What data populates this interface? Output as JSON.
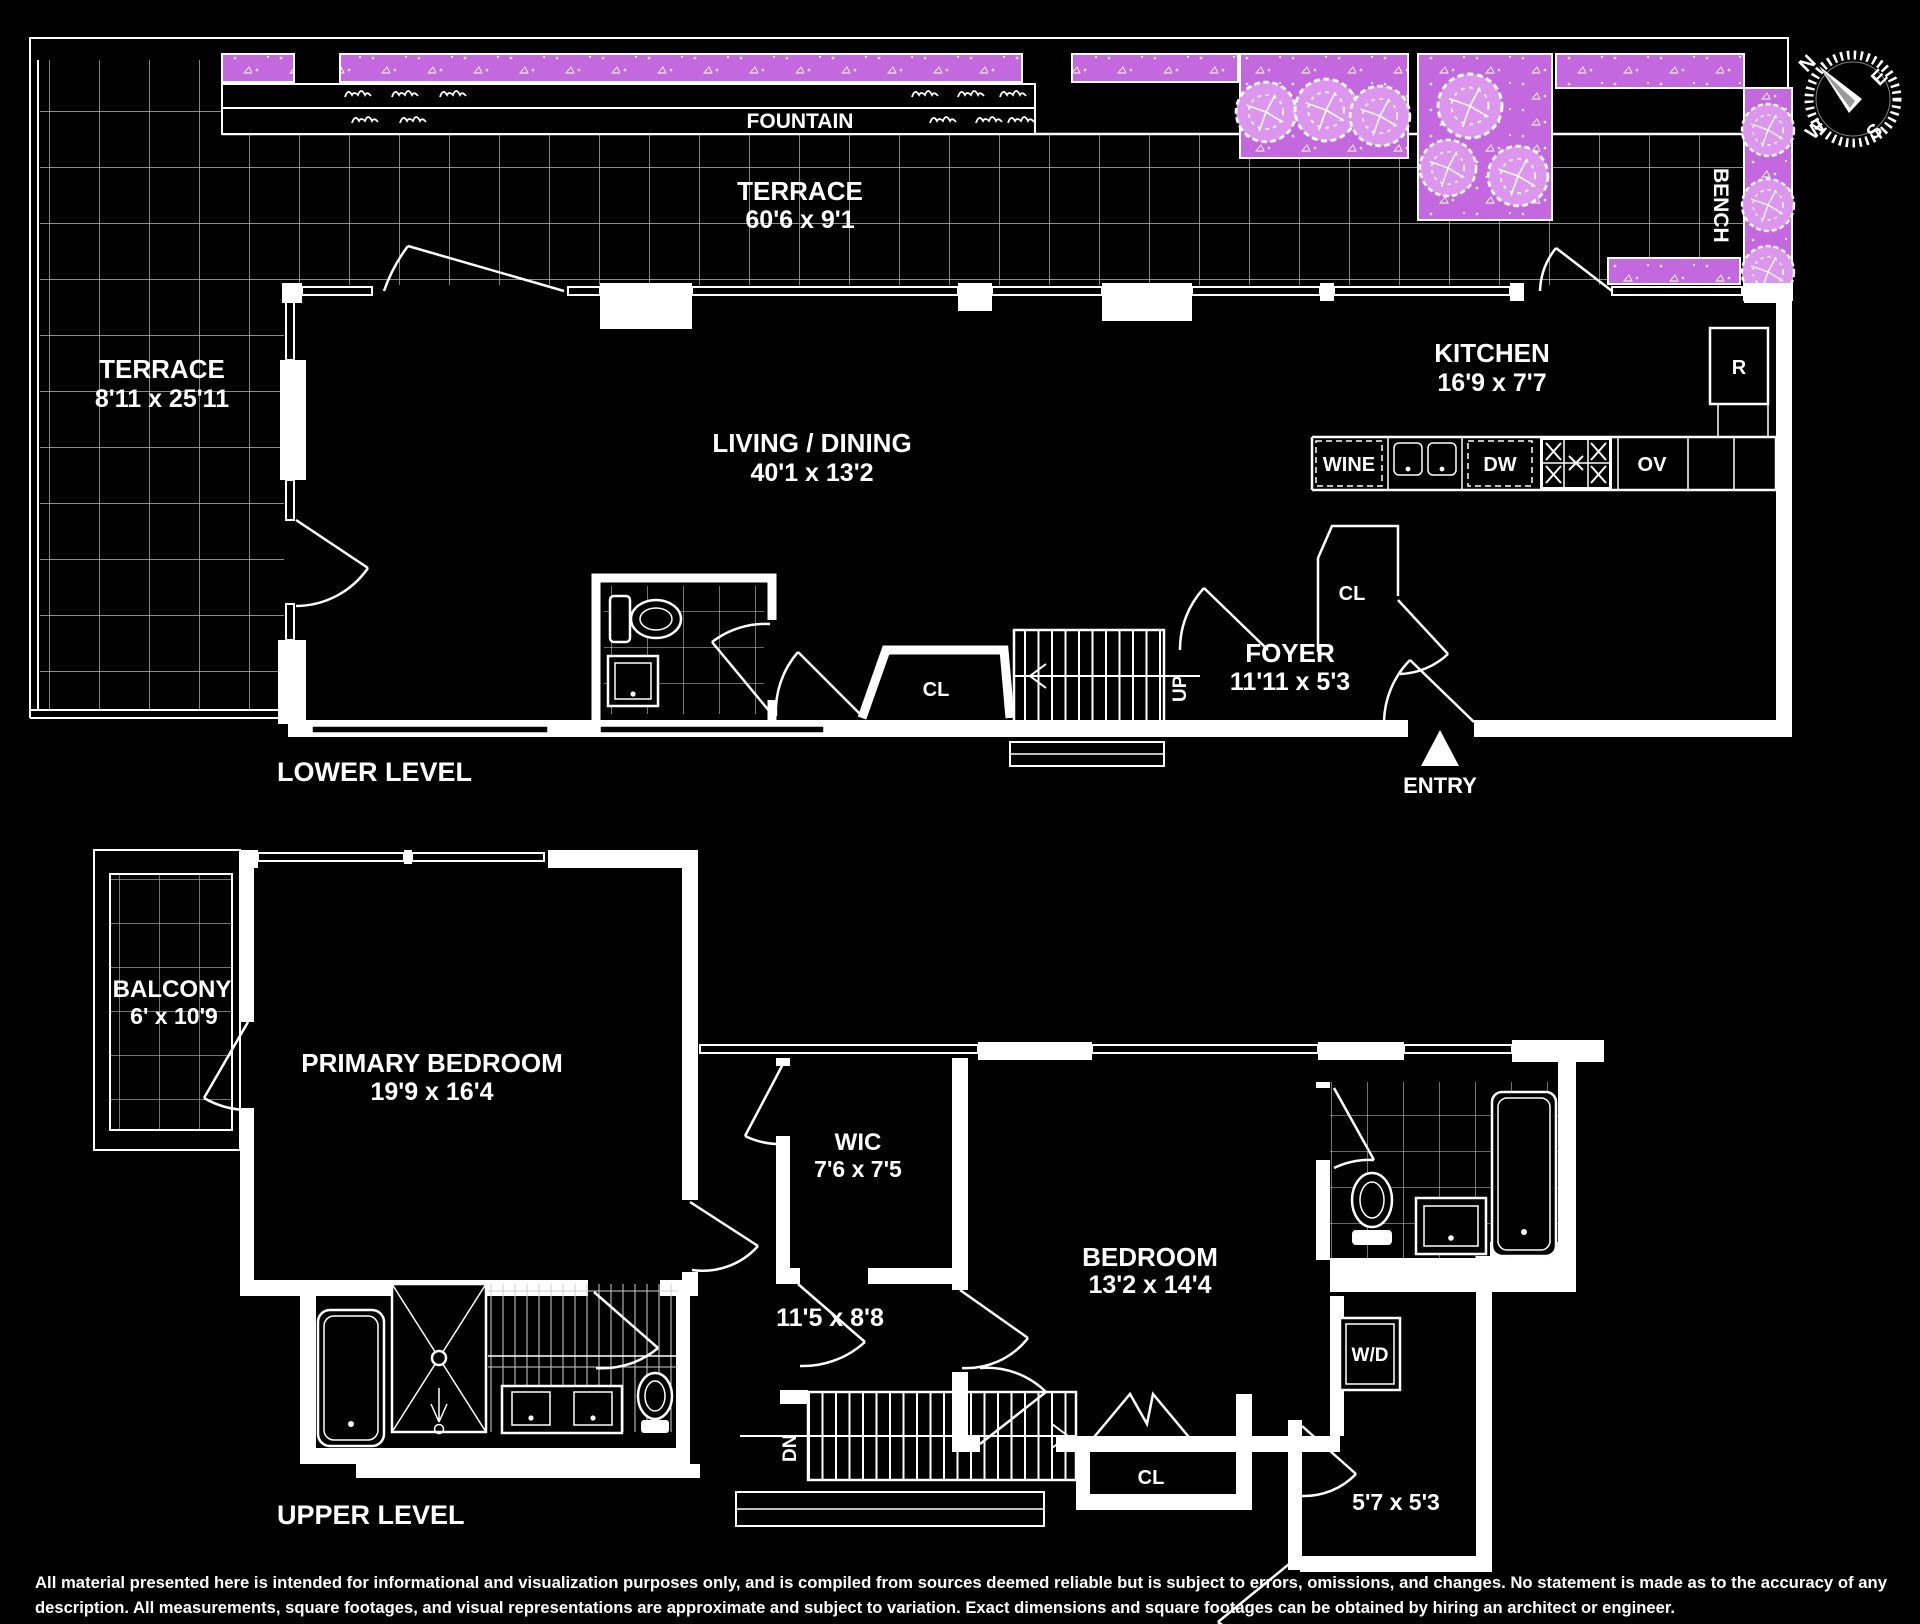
{
  "palette": {
    "background": "#000000",
    "wall_line": "#ffffff",
    "planter": "#c468e0",
    "tree": "#dc96ee",
    "tile_line": "#bbbbbb"
  },
  "lower_level": {
    "title": "LOWER LEVEL",
    "terrace_side": {
      "name": "TERRACE",
      "dims": "8'11 x 25'11"
    },
    "terrace_top": {
      "name": "TERRACE",
      "dims": "60'6 x 9'1"
    },
    "fountain": {
      "name": "FOUNTAIN"
    },
    "bench": {
      "name": "BENCH"
    },
    "living_dining": {
      "name": "LIVING / DINING",
      "dims": "40'1 x 13'2"
    },
    "kitchen": {
      "name": "KITCHEN",
      "dims": "16'9 x 7'7"
    },
    "foyer": {
      "name": "FOYER",
      "dims": "11'11 x 5'3"
    },
    "entry": {
      "name": "ENTRY"
    },
    "stairs": {
      "name": "UP"
    },
    "closet_kitchen": {
      "name": "CL"
    },
    "closet_hall": {
      "name": "CL"
    },
    "appliances": {
      "wine": "WINE",
      "dishwasher": "DW",
      "oven": "OV",
      "refrigerator": "R"
    }
  },
  "upper_level": {
    "title": "UPPER LEVEL",
    "balcony": {
      "name": "BALCONY",
      "dims": "6' x 10'9"
    },
    "primary_bedroom": {
      "name": "PRIMARY BEDROOM",
      "dims": "19'9 x 16'4"
    },
    "wic": {
      "name": "WIC",
      "dims": "7'6 x 7'5"
    },
    "hall": {
      "dims": "11'5 x 8'8"
    },
    "bedroom": {
      "name": "BEDROOM",
      "dims": "13'2 x 14'4"
    },
    "laundry": {
      "name": "W/D"
    },
    "small_room": {
      "dims": "5'7 x 5'3"
    },
    "closet": {
      "name": "CL"
    },
    "stairs": {
      "name": "DN"
    }
  },
  "compass": {
    "north": "N",
    "east": "E",
    "south": "S",
    "west": "W"
  },
  "disclaimer": {
    "line1": "All material presented here is intended for informational and visualization purposes only, and is compiled from sources deemed reliable but is subject to errors, omissions, and changes. No statement is made as to the accuracy of any",
    "line2": "description. All measurements, square footages, and visual representations are approximate and subject to variation. Exact dimensions and square footages can be obtained by hiring an architect or engineer."
  }
}
